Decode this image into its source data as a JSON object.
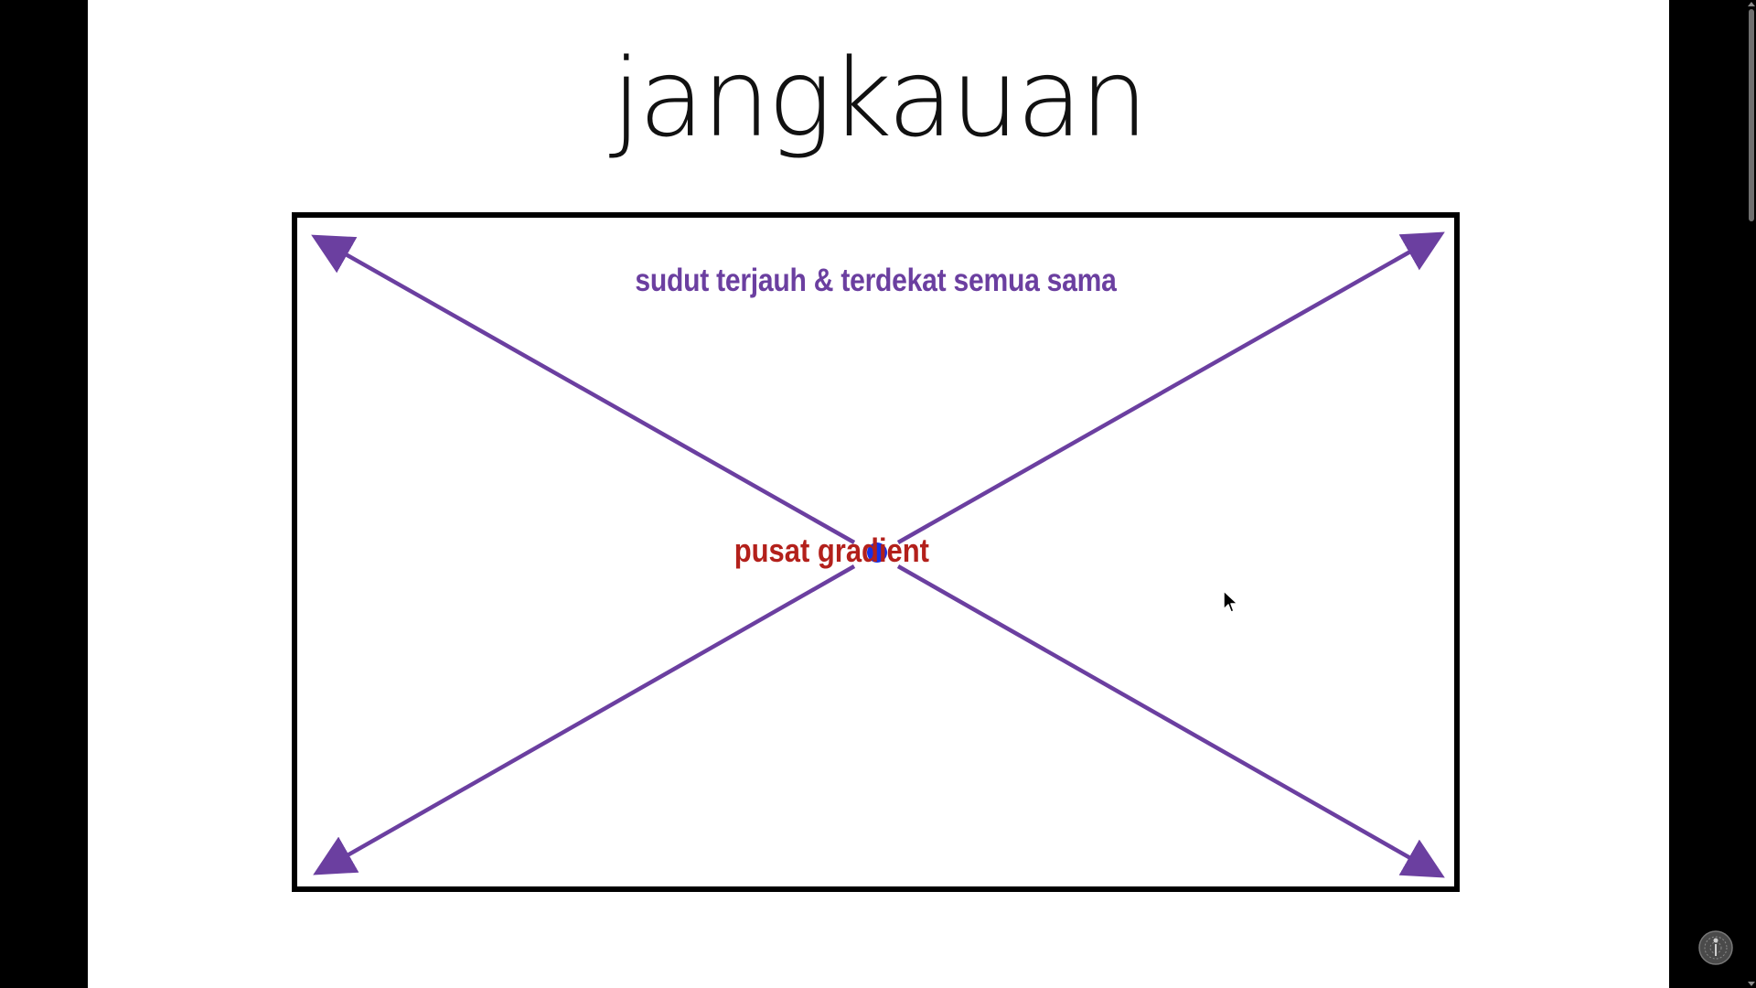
{
  "slide": {
    "title": "jangkauan",
    "top_caption": "sudut terjauh & terdekat semua sama",
    "center_label": "pusat gradient"
  },
  "colors": {
    "arrow": "#6b3fa0",
    "caption": "#6b3fa0",
    "center_label": "#b3201b",
    "center_dot": "#1530e6",
    "frame": "#000000",
    "slide_background": "#ffffff",
    "side_background": "#000000"
  },
  "icons": {
    "cursor": "arrow-cursor-icon",
    "corner_logo": "globe-logo-icon"
  }
}
